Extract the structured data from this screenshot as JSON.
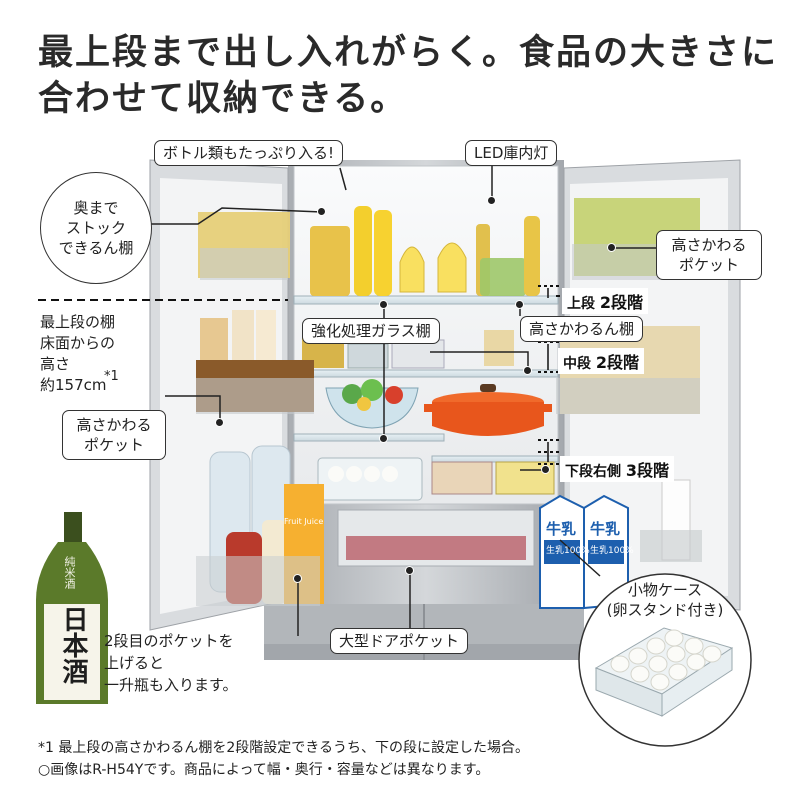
{
  "headline": {
    "line1": "最上段まで出し入れがらく。食品の大きさに",
    "line2": "合わせて収納できる。"
  },
  "callouts": {
    "bottles": "ボトル類もたっぷり入る!",
    "led": "LED庫内灯",
    "stock_shelf": [
      "奥まで",
      "ストック",
      "できるん棚"
    ],
    "adjustable_pocket_top": [
      "高さかわる",
      "ポケット"
    ],
    "glass_shelf": "強化処理ガラス棚",
    "adjustable_shelf": "高さかわるん棚",
    "adjustable_pocket_left": [
      "高さかわる",
      "ポケット"
    ],
    "large_door_pocket": "大型ドアポケット",
    "egg_case_title": [
      "小物ケース",
      "(卵スタンド付き)"
    ]
  },
  "steps": {
    "upper": {
      "prefix": "上段",
      "value": "2段階"
    },
    "middle": {
      "prefix": "中段",
      "value": "2段階"
    },
    "lower_right": {
      "prefix": "下段右側",
      "value": "3段階"
    }
  },
  "height_note": {
    "lines": [
      "最上段の棚",
      "床面からの",
      "高さ",
      "約157cm"
    ],
    "mark": "*1"
  },
  "bottle_note": [
    "2段目のポケットを",
    "上げると",
    "一升瓶も入ります。"
  ],
  "product_text": {
    "sake_name": "日本酒",
    "sake_sub": "純米酒",
    "milk": "牛乳",
    "milk_banner": "生乳100%",
    "juice": "Fruit Juice"
  },
  "footnotes": [
    "*1 最上段の高さかわるん棚を2段階設定できるうち、下の段に設定した場合。",
    "○画像はR-H54Yです。商品によって幅・奥行・容量などは異なります。"
  ],
  "colors": {
    "fridge_interior": "#f4f5f6",
    "fridge_frame": "#c9ccd0",
    "door_steel": "#b8bbbf",
    "pot": "#e8561c",
    "lemon": "#f2d21c",
    "milk_blue": "#1d5fae"
  }
}
